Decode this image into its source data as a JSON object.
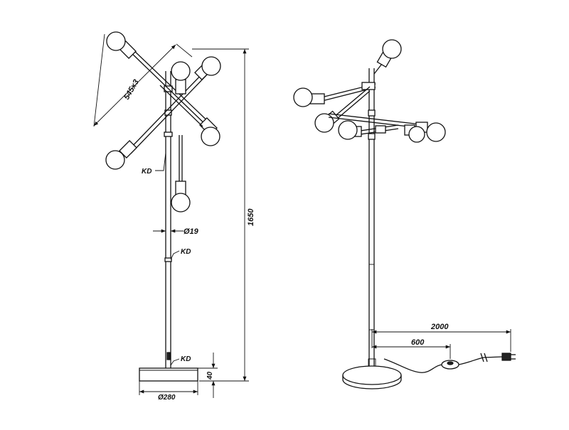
{
  "front_view": {
    "dimensions": {
      "arm_length": "545x3",
      "height": "1650",
      "pole_diameter": "Ø19",
      "base_diameter": "Ø280",
      "base_height": "40"
    },
    "callouts": {
      "kd_upper": "KD",
      "kd_middle": "KD",
      "kd_lower": "KD"
    }
  },
  "side_view": {
    "dimensions": {
      "cable_length": "2000",
      "switch_distance": "600"
    }
  }
}
